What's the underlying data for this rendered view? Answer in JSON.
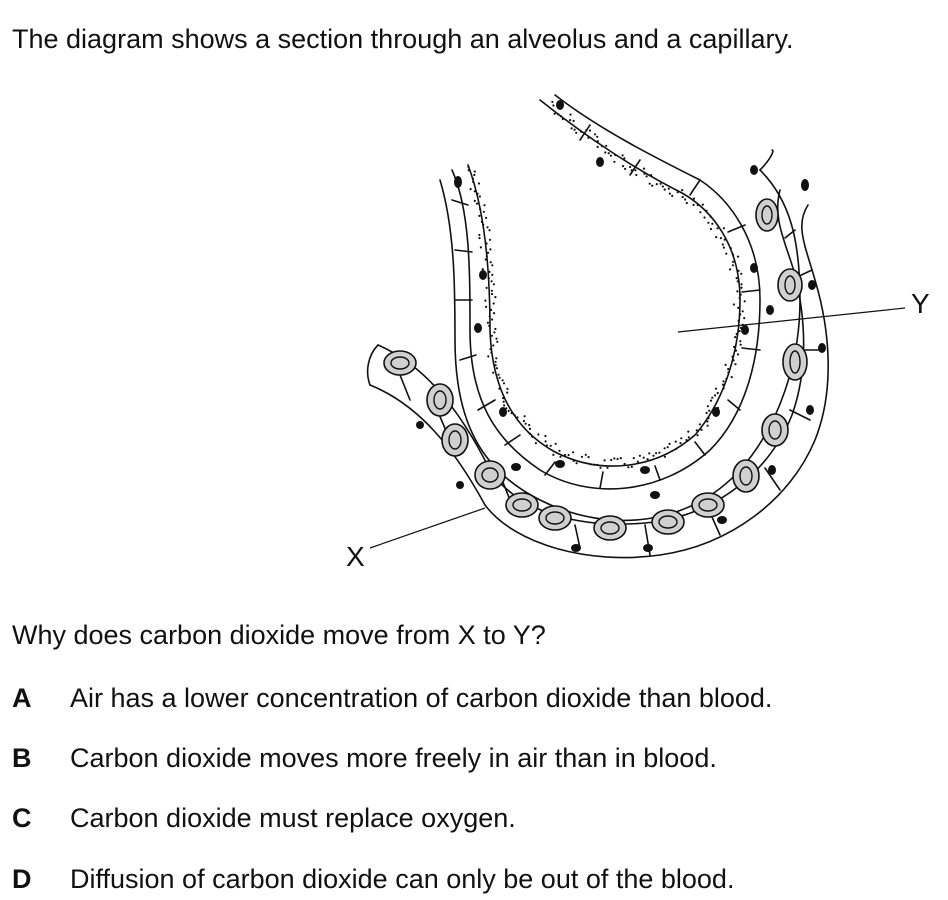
{
  "intro": "The diagram shows a section through an alveolus and a capillary.",
  "diagram": {
    "label_x": "X",
    "label_y": "Y"
  },
  "question": "Why does carbon dioxide move from X to Y?",
  "options": [
    {
      "letter": "A",
      "text": "Air has a lower concentration of carbon dioxide than blood."
    },
    {
      "letter": "B",
      "text": "Carbon dioxide moves more freely in air than in blood."
    },
    {
      "letter": "C",
      "text": "Carbon dioxide must replace oxygen."
    },
    {
      "letter": "D",
      "text": "Diffusion of carbon dioxide can only be out of the blood."
    }
  ]
}
